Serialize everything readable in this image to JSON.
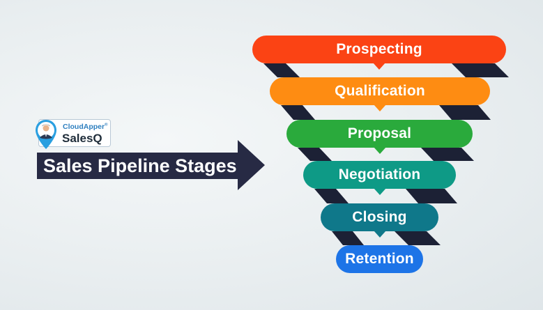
{
  "title": "Sales Pipeline Stages",
  "logo": {
    "brand": "CloudApper",
    "trademark": "®",
    "product": "SalesQ"
  },
  "colors": {
    "arrow": "#272a44",
    "shadow": "#1c2135",
    "stages": [
      "#fb4314",
      "#fe8c12",
      "#2aaa3c",
      "#0e9a86",
      "#0f788a",
      "#1d74e7"
    ]
  },
  "stages": [
    {
      "label": "Prospecting"
    },
    {
      "label": "Qualification"
    },
    {
      "label": "Proposal"
    },
    {
      "label": "Negotiation"
    },
    {
      "label": "Closing"
    },
    {
      "label": "Retention"
    }
  ]
}
